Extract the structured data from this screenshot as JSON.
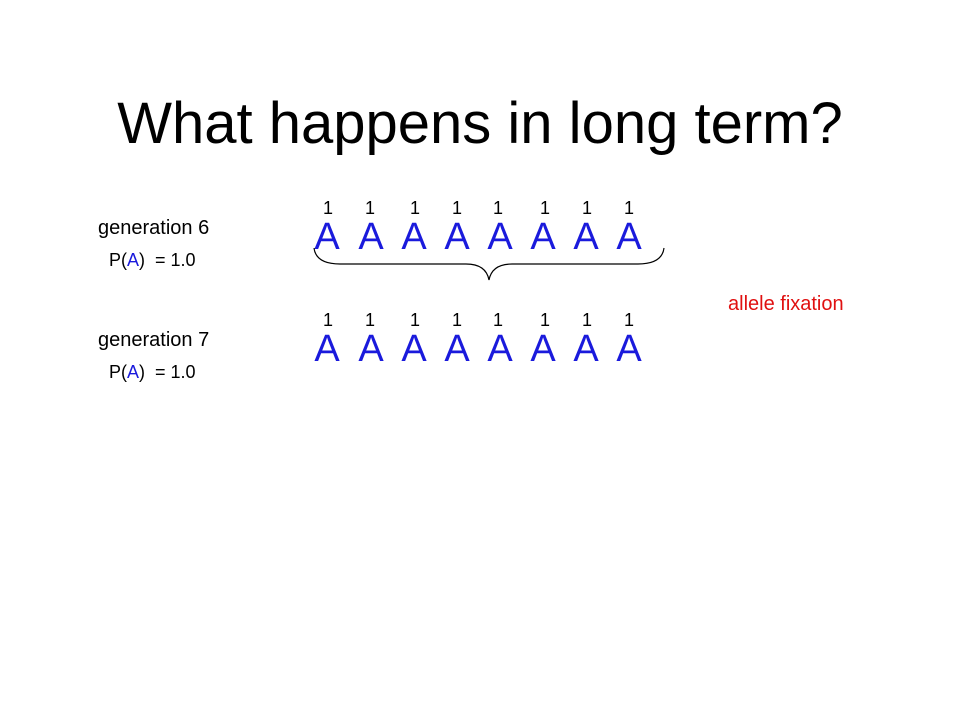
{
  "title": "What happens in long term?",
  "colors": {
    "allele": "#1a1adc",
    "annotation": "#e01010",
    "text": "#000000"
  },
  "generations": [
    {
      "label": "generation 6",
      "prob_prefix": "P(",
      "prob_allele": "A",
      "prob_suffix": ")  = 1.0",
      "counts": [
        "1",
        "1",
        "1",
        "1",
        "1",
        "1",
        "1",
        "1"
      ],
      "alleles": [
        "A",
        "A",
        "A",
        "A",
        "A",
        "A",
        "A",
        "A"
      ]
    },
    {
      "label": "generation 7",
      "prob_prefix": "P(",
      "prob_allele": "A",
      "prob_suffix": ")  = 1.0",
      "counts": [
        "1",
        "1",
        "1",
        "1",
        "1",
        "1",
        "1",
        "1"
      ],
      "alleles": [
        "A",
        "A",
        "A",
        "A",
        "A",
        "A",
        "A",
        "A"
      ]
    }
  ],
  "annotation": "allele fixation"
}
